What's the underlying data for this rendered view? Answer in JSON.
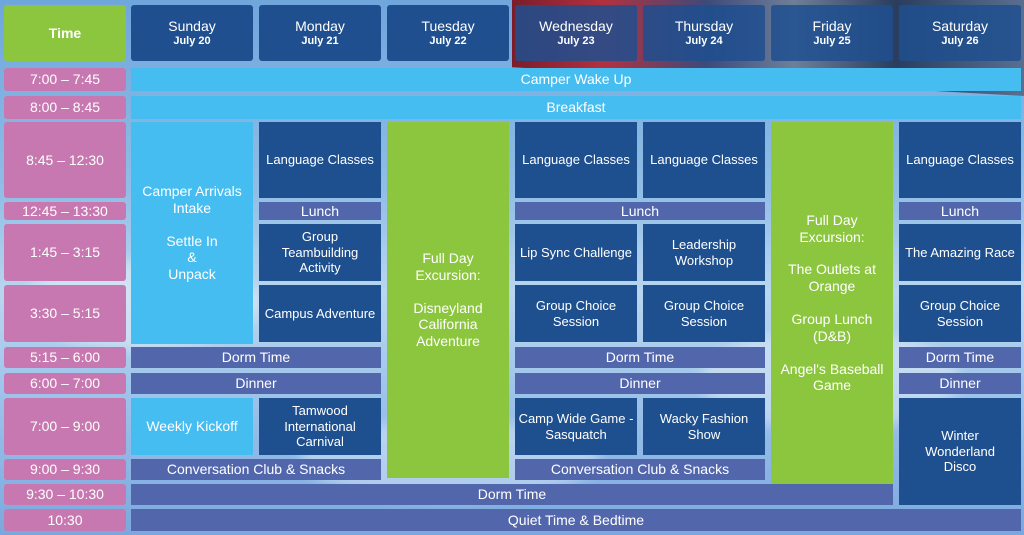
{
  "header": {
    "time_label": "Time",
    "days": [
      {
        "day": "Sunday",
        "date": "July 20"
      },
      {
        "day": "Monday",
        "date": "July 21"
      },
      {
        "day": "Tuesday",
        "date": "July 22"
      },
      {
        "day": "Wednesday",
        "date": "July 23"
      },
      {
        "day": "Thursday",
        "date": "July 24"
      },
      {
        "day": "Friday",
        "date": "July 25"
      },
      {
        "day": "Saturday",
        "date": "July 26"
      }
    ]
  },
  "times": [
    "7:00 – 7:45",
    "8:00 – 8:45",
    "8:45 – 12:30",
    "12:45 – 13:30",
    "1:45 – 3:15",
    "3:30 – 5:15",
    "5:15 – 6:00",
    "6:00 – 7:00",
    "7:00 – 9:00",
    "9:00 – 9:30",
    "9:30 – 10:30",
    "10:30"
  ],
  "events": {
    "wake_up": "Camper Wake Up",
    "breakfast": "Breakfast",
    "sun_arrival_1": "Camper Arrivals",
    "sun_arrival_2": "Intake",
    "sun_settle_1": "Settle In",
    "sun_settle_2": "&",
    "sun_settle_3": "Unpack",
    "mon_lang": "Language Classes",
    "mon_lunch": "Lunch",
    "mon_team_1": "Group",
    "mon_team_2": "Teambuilding",
    "mon_team_3": "Activity",
    "mon_campus": "Campus Adventure",
    "tue_1": "Full Day",
    "tue_2": "Excursion:",
    "tue_3": "Disneyland",
    "tue_4": "California",
    "tue_5": "Adventure",
    "wed_lang": "Language Classes",
    "thu_lang": "Language Classes",
    "wt_lunch": "Lunch",
    "wed_lip": "Lip Sync Challenge",
    "thu_lead_1": "Leadership",
    "thu_lead_2": "Workshop",
    "wed_choice_1": "Group Choice",
    "wed_choice_2": "Session",
    "thu_choice_1": "Group Choice",
    "thu_choice_2": "Session",
    "fri_1": "Full Day",
    "fri_2": "Excursion:",
    "fri_3": "The Outlets at",
    "fri_4": "Orange",
    "fri_5": "Group Lunch",
    "fri_6": "(D&B)",
    "fri_7": "Angel's Baseball",
    "fri_8": "Game",
    "sat_lang": "Language Classes",
    "sat_lunch": "Lunch",
    "sat_race": "The Amazing Race",
    "sat_choice_1": "Group Choice",
    "sat_choice_2": "Session",
    "sm_dorm": "Dorm Time",
    "wt_dorm": "Dorm Time",
    "sat_dorm": "Dorm Time",
    "sm_dinner": "Dinner",
    "wt_dinner": "Dinner",
    "sat_dinner": "Dinner",
    "sun_kickoff": "Weekly Kickoff",
    "mon_carn_1": "Tamwood",
    "mon_carn_2": "International",
    "mon_carn_3": "Carnival",
    "wed_game_1": "Camp Wide Game -",
    "wed_game_2": "Sasquatch",
    "thu_fashion_1": "Wacky Fashion",
    "thu_fashion_2": "Show",
    "sat_disco_1": "Winter",
    "sat_disco_2": "Wonderland",
    "sat_disco_3": "Disco",
    "sm_conv": "Conversation Club & Snacks",
    "wt_conv": "Conversation Club & Snacks",
    "dorm_all": "Dorm Time",
    "quiet": "Quiet Time & Bedtime"
  },
  "colors": {
    "time_pink": "#c778b0",
    "green": "#8cc63f",
    "navy": "#1e4f8e",
    "light_blue": "#46bdf0",
    "band_purple": "#5266ac"
  }
}
